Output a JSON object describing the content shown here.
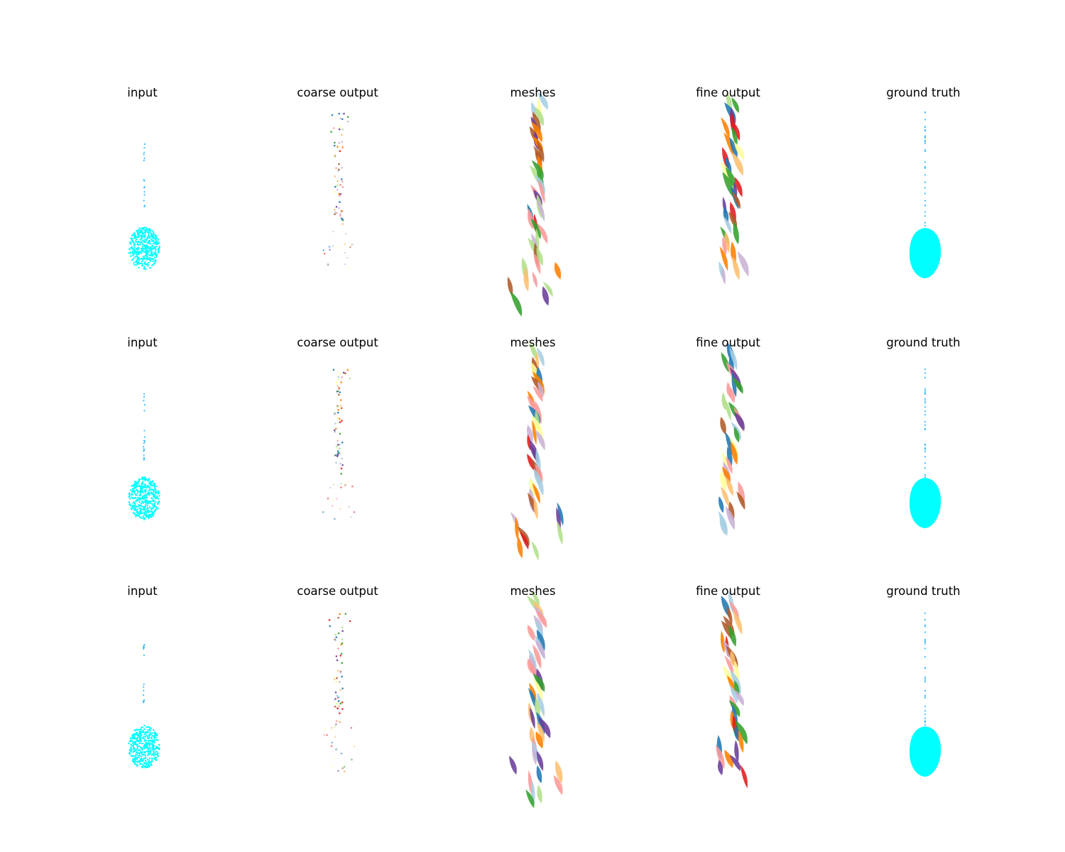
{
  "chart_data": {
    "type": "scatter",
    "rows": [
      {
        "panels": [
          "input",
          "coarse output",
          "meshes",
          "fine output",
          "ground truth"
        ]
      },
      {
        "panels": [
          "input",
          "coarse output",
          "meshes",
          "fine output",
          "ground truth"
        ]
      },
      {
        "panels": [
          "input",
          "coarse output",
          "meshes",
          "fine output",
          "ground truth"
        ]
      }
    ],
    "grid": false,
    "axes_visible": false,
    "colors": {
      "input": "#00ffff",
      "ground_truth": "#00ffff",
      "palette": [
        "#1f78b4",
        "#ff7f00",
        "#33a02c",
        "#e31a1c",
        "#6a3d9a",
        "#b15928",
        "#a6cee3",
        "#fb9a99",
        "#cab2d6",
        "#b2df8a",
        "#fdbf6f",
        "#ffff99"
      ]
    }
  }
}
